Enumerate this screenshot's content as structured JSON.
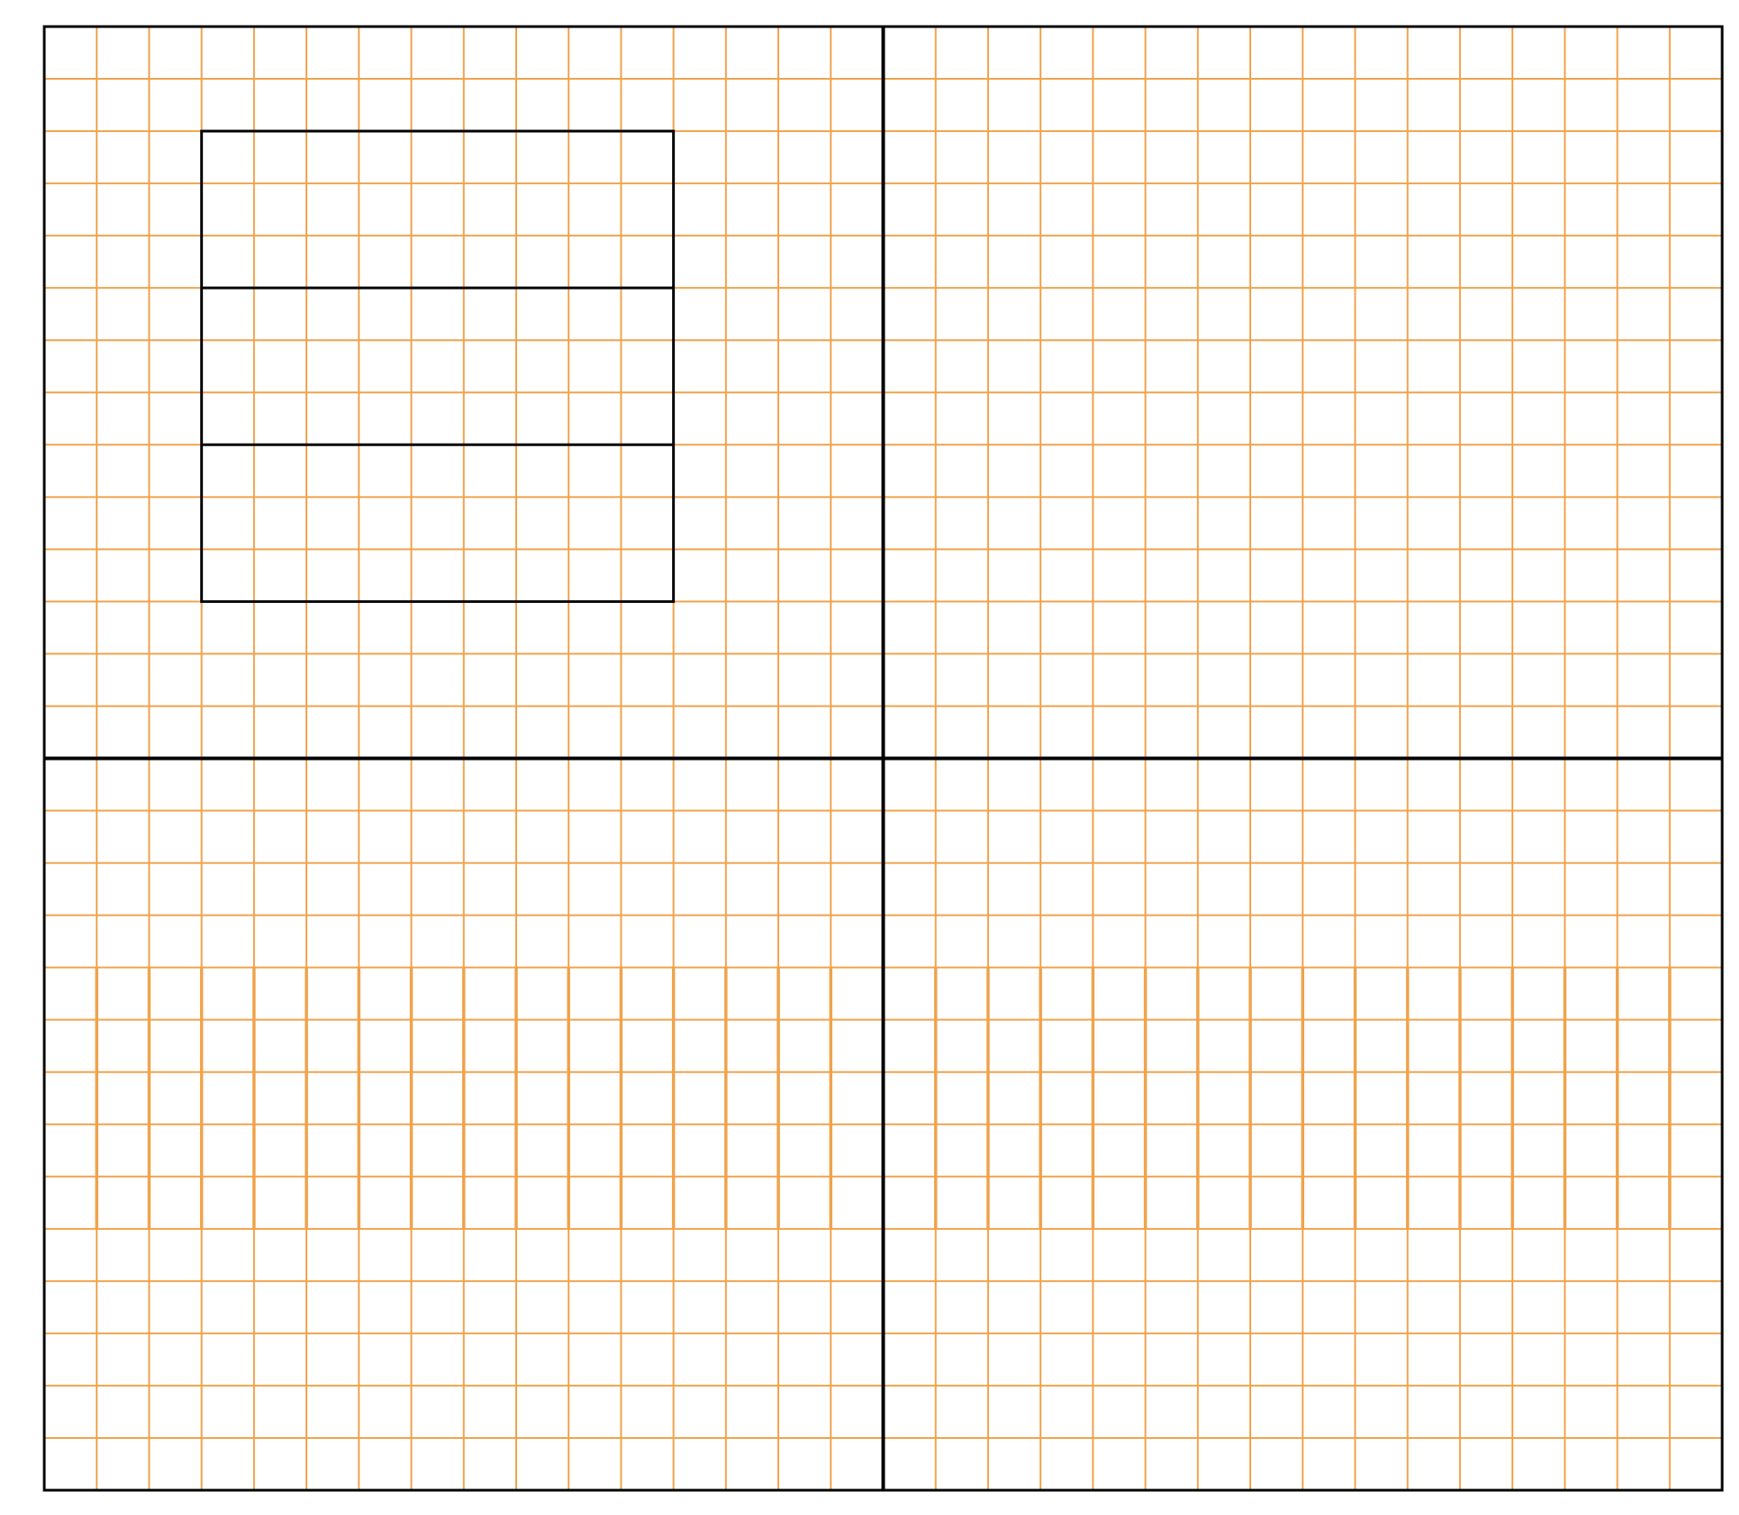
{
  "diagram": {
    "kind": "grid-paper-quadrants",
    "grid": {
      "columns": 32,
      "rows": 28,
      "color": "#f0a24a",
      "background": "#ffffff"
    },
    "quadrant_dividers": {
      "color": "#000000"
    },
    "rectangle": {
      "description_cells": {
        "col_start": 3,
        "row_start": 2,
        "width": 9,
        "height": 9
      },
      "bands": 3,
      "stroke": "#000000"
    },
    "bold_line_band": {
      "row_start": 18,
      "row_end": 23
    }
  }
}
